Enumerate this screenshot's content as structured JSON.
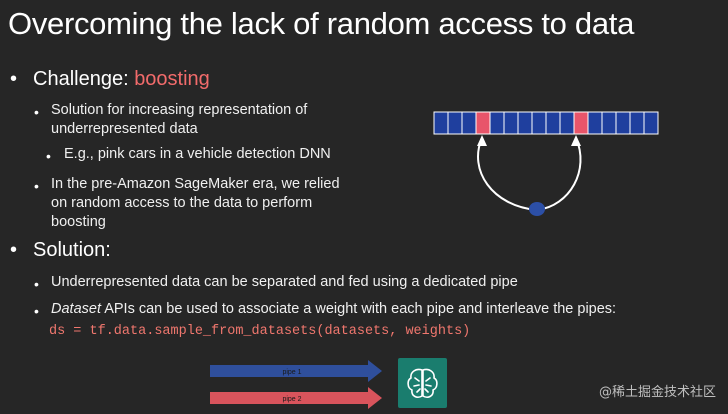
{
  "slide": {
    "title": "Overcoming the lack of random access to data"
  },
  "challenge": {
    "prefix": "Challenge: ",
    "highlight": "boosting",
    "sub1": "Solution for increasing representation of underrepresented data",
    "sub1_example": "E.g., pink cars in a vehicle detection DNN",
    "sub2": "In the pre-Amazon SageMaker era, we relied on random access to the data to perform boosting"
  },
  "solution": {
    "heading": "Solution:",
    "sub1": "Underrepresented data can be separated and fed using a dedicated pipe",
    "sub2_italic": "Dataset",
    "sub2_rest": " APIs can be used to associate a weight with each pipe and interleave the pipes:",
    "code": "ds = tf.data.sample_from_datasets(datasets, weights)"
  },
  "pipes": {
    "pipe1": "pipe 1",
    "pipe2": "pipe 2"
  },
  "watermark": "@稀土掘金技术社区",
  "colors": {
    "background": "#262626",
    "accent": "#f26b6b",
    "cell_blue": "#1f3f9e",
    "cell_pink": "#e8556a",
    "pipe1": "#2f4f9c",
    "pipe2": "#d9545c",
    "logo": "#1a7d6e"
  },
  "icons": {
    "logo": "sagemaker-brain-icon"
  }
}
